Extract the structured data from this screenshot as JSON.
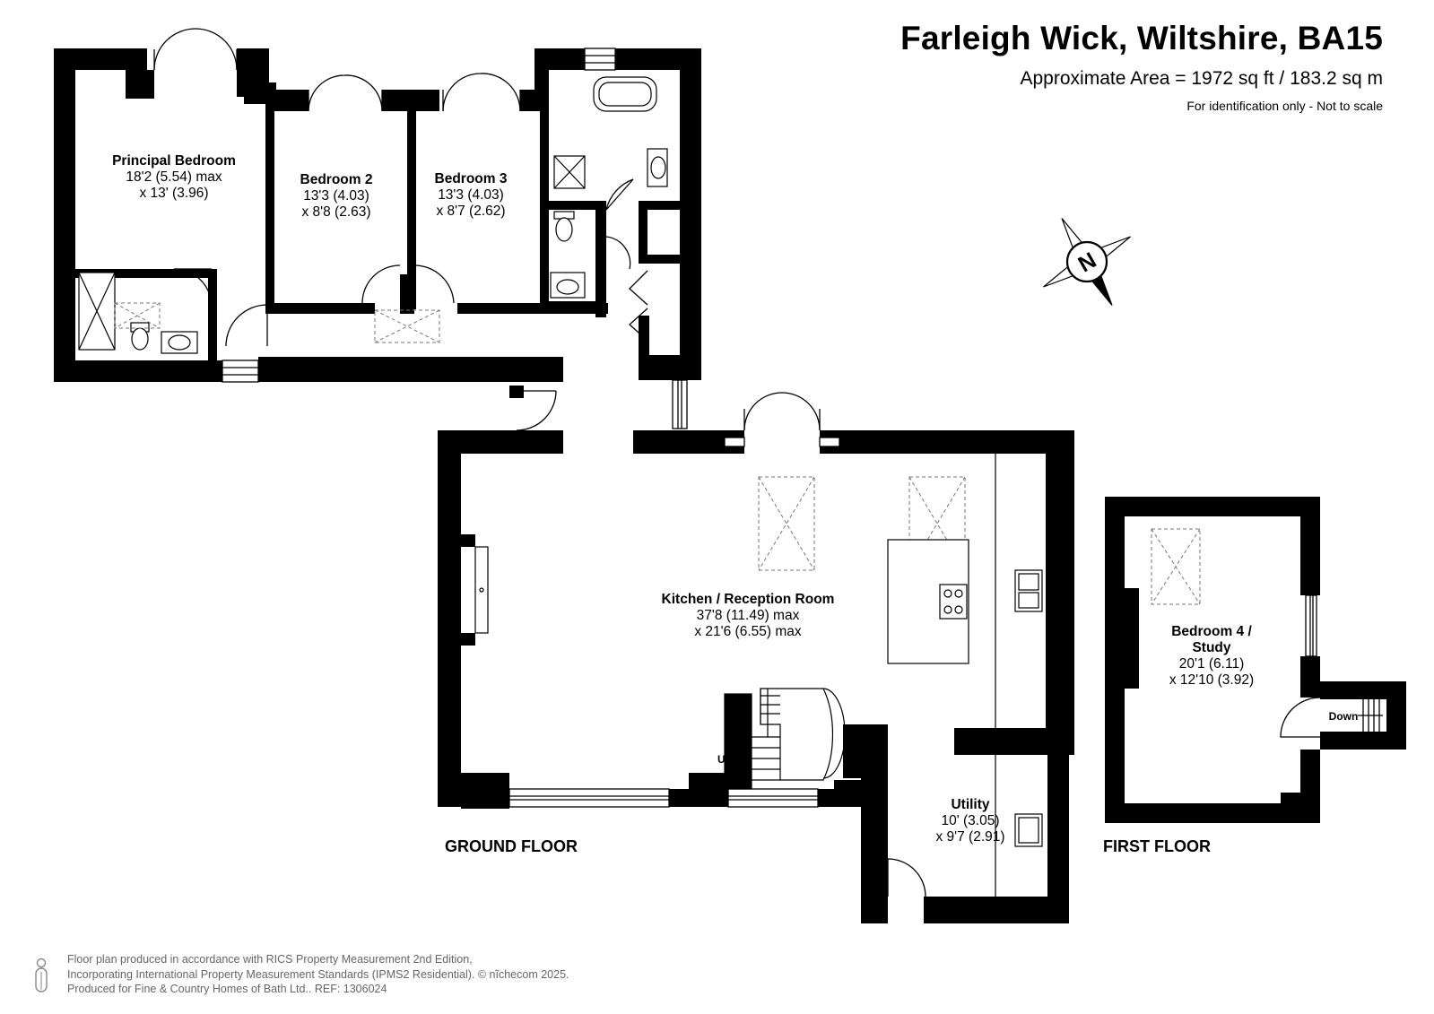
{
  "header": {
    "title": "Farleigh Wick, Wiltshire, BA15",
    "area": "Approximate Area = 1972 sq ft / 183.2 sq m",
    "note": "For identification only - Not to scale"
  },
  "compass": {
    "label": "N"
  },
  "rooms": {
    "principal": {
      "name": "Principal Bedroom",
      "dim1": "18'2 (5.54) max",
      "dim2": "x 13' (3.96)"
    },
    "bed2": {
      "name": "Bedroom 2",
      "dim1": "13'3 (4.03)",
      "dim2": "x 8'8 (2.63)"
    },
    "bed3": {
      "name": "Bedroom 3",
      "dim1": "13'3 (4.03)",
      "dim2": "x 8'7 (2.62)"
    },
    "kitchen": {
      "name": "Kitchen / Reception Room",
      "dim1": "37'8 (11.49) max",
      "dim2": "x 21'6 (6.55) max"
    },
    "utility": {
      "name": "Utility",
      "dim1": "10' (3.05)",
      "dim2": "x 9'7 (2.91)"
    },
    "bed4": {
      "name1": "Bedroom 4 /",
      "name2": "Study",
      "dim1": "20'1 (6.11)",
      "dim2": "x 12'10 (3.92)"
    }
  },
  "stairs": {
    "up": "Up",
    "down": "Down"
  },
  "floors": {
    "ground": "GROUND FLOOR",
    "first": "FIRST FLOOR"
  },
  "footer": {
    "line1": "Floor plan produced in accordance with RICS Property Measurement 2nd Edition,",
    "line2": "Incorporating International Property Measurement Standards (IPMS2 Residential).  © nĩchecom 2025.",
    "line3": "Produced for Fine & Country Homes of Bath Ltd..   REF: 1306024"
  }
}
